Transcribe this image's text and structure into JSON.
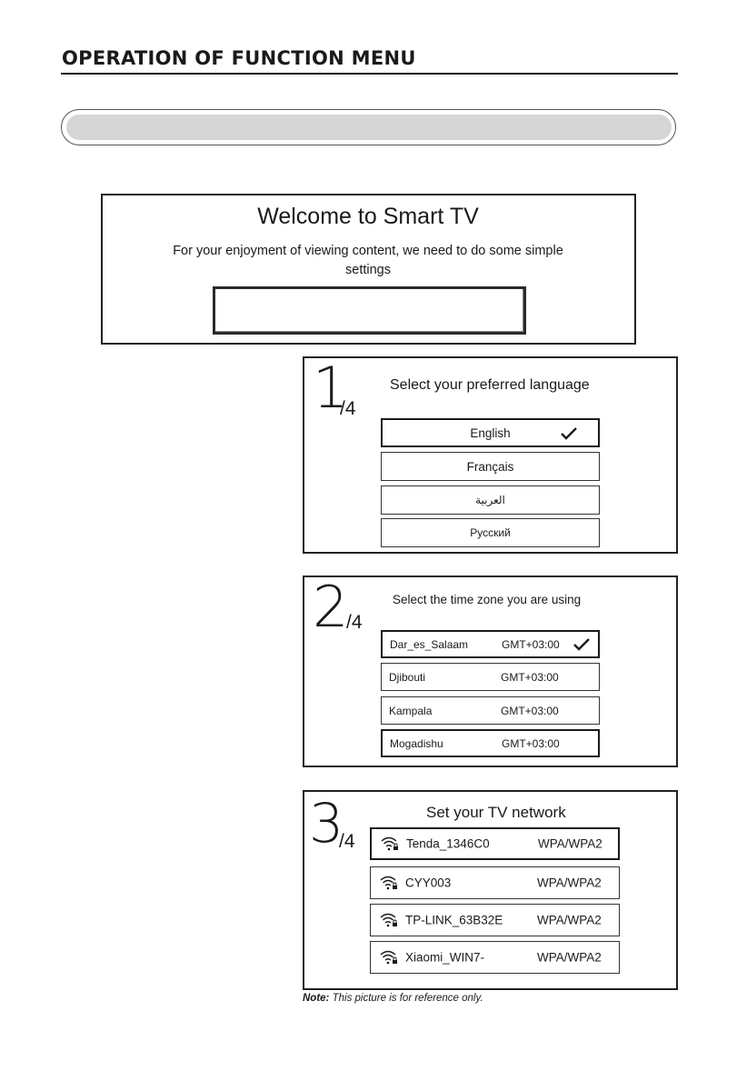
{
  "header": {
    "title": "OPERATION OF FUNCTION MENU"
  },
  "welcome": {
    "title": "Welcome to Smart TV",
    "description": "For your enjoyment of viewing content, we need to do some simple settings"
  },
  "step1": {
    "number": "1",
    "total": "/4",
    "title": "Select your preferred language",
    "options": [
      "English",
      "Français",
      "العربية",
      "Русский"
    ],
    "selected_index": 0
  },
  "step2": {
    "number": "2",
    "total": "/4",
    "title": "Select the time zone you are using",
    "rows": [
      {
        "name": "Dar_es_Salaam",
        "gmt": "GMT+03:00"
      },
      {
        "name": "Djibouti",
        "gmt": "GMT+03:00"
      },
      {
        "name": "Kampala",
        "gmt": "GMT+03:00"
      },
      {
        "name": "Mogadishu",
        "gmt": "GMT+03:00"
      }
    ],
    "selected_index": 0
  },
  "step3": {
    "number": "3",
    "total": "/4",
    "title": "Set your TV network",
    "networks": [
      {
        "ssid": "Tenda_1346C0",
        "security": "WPA/WPA2"
      },
      {
        "ssid": "CYY003",
        "security": "WPA/WPA2"
      },
      {
        "ssid": "TP-LINK_63B32E",
        "security": "WPA/WPA2"
      },
      {
        "ssid": "Xiaomi_WIN7-",
        "security": "WPA/WPA2"
      }
    ],
    "selected_index": 0
  },
  "note": {
    "label": "Note:",
    "text": "This picture is for reference only."
  },
  "icons": {
    "check": "checkmark-icon",
    "wifi": "wifi-lock-icon"
  }
}
